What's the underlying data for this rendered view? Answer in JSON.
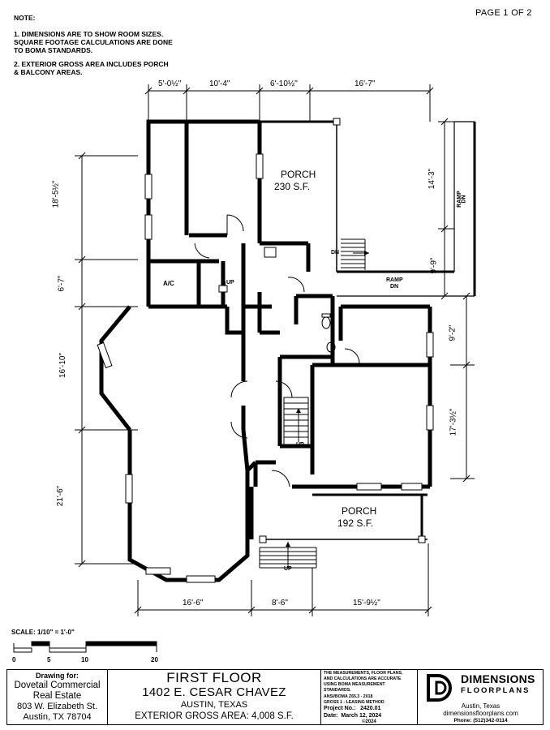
{
  "header": {
    "note_title": "NOTE:",
    "note1_line1": "1. DIMENSIONS ARE TO SHOW ROOM SIZES.",
    "note1_line2": "SQUARE FOOTAGE CALCULATIONS ARE DONE",
    "note1_line3": "TO BOMA STANDARDS.",
    "note2_line1": "2. EXTERIOR GROSS AREA INCLUDES PORCH",
    "note2_line2": "& BALCONY AREAS.",
    "page_label": "PAGE 1 OF 2"
  },
  "dimensions": {
    "top": [
      "5'-0½\"",
      "10'-4\"",
      "6'-10½\"",
      "16'-7\""
    ],
    "left": [
      "18'-5½\"",
      "6'-7\"",
      "16'-10\"",
      "21'-6\""
    ],
    "right": [
      "14'-3\"",
      "9'-9\"",
      "9'-2\"",
      "17'-3½\""
    ],
    "bottom": [
      "16'-6\"",
      "8'-6\"",
      "15'-9½\""
    ]
  },
  "rooms": {
    "porch_top_name": "PORCH",
    "porch_top_area": "230 S.F.",
    "porch_bottom_name": "PORCH",
    "porch_bottom_area": "192 S.F.",
    "ac": "A/C",
    "up": "UP",
    "dn": "DN",
    "ramp": "RAMP",
    "ramp_dn": "DN"
  },
  "scale": {
    "label": "SCALE: 1/10\" = 1'-0\"",
    "ticks": [
      "0",
      "5",
      "10",
      "20"
    ]
  },
  "title_block": {
    "drawing_for_label": "Drawing for:",
    "client_line1": "Dovetail Commercial",
    "client_line2": "Real Estate",
    "client_line3": "803 W. Elizabeth St.",
    "client_line4": "Austin, TX 78704",
    "floor_title": "FIRST FLOOR",
    "address": "1402 E. CESAR CHAVEZ",
    "city": "AUSTIN, TEXAS",
    "gross_area": "EXTERIOR GROSS AREA: 4,008 S.F.",
    "std_line1": "THE MEASUREMENTS, FLOOR PLANS,",
    "std_line2": "AND CALCULATIONS ARE ACCURATE",
    "std_line3": "USING BOMA MEASUREMENT",
    "std_line4": "STANDARDS.",
    "std_line5": "ANSI/BOMA Z65.3 - 2018",
    "std_line6": "GROSS 1 - LEASING METHOD",
    "project_no": "Project No.:   2420.01",
    "date": "Date:  March 12, 2024",
    "copyright": "©2024",
    "logo_word1": "DIMENSIONS",
    "logo_word2": "FLOORPLANS",
    "company_city": "Austin, Texas",
    "company_web": "dimensionsfloorplans.com",
    "company_phone": "Phone: (512)342-0114"
  }
}
